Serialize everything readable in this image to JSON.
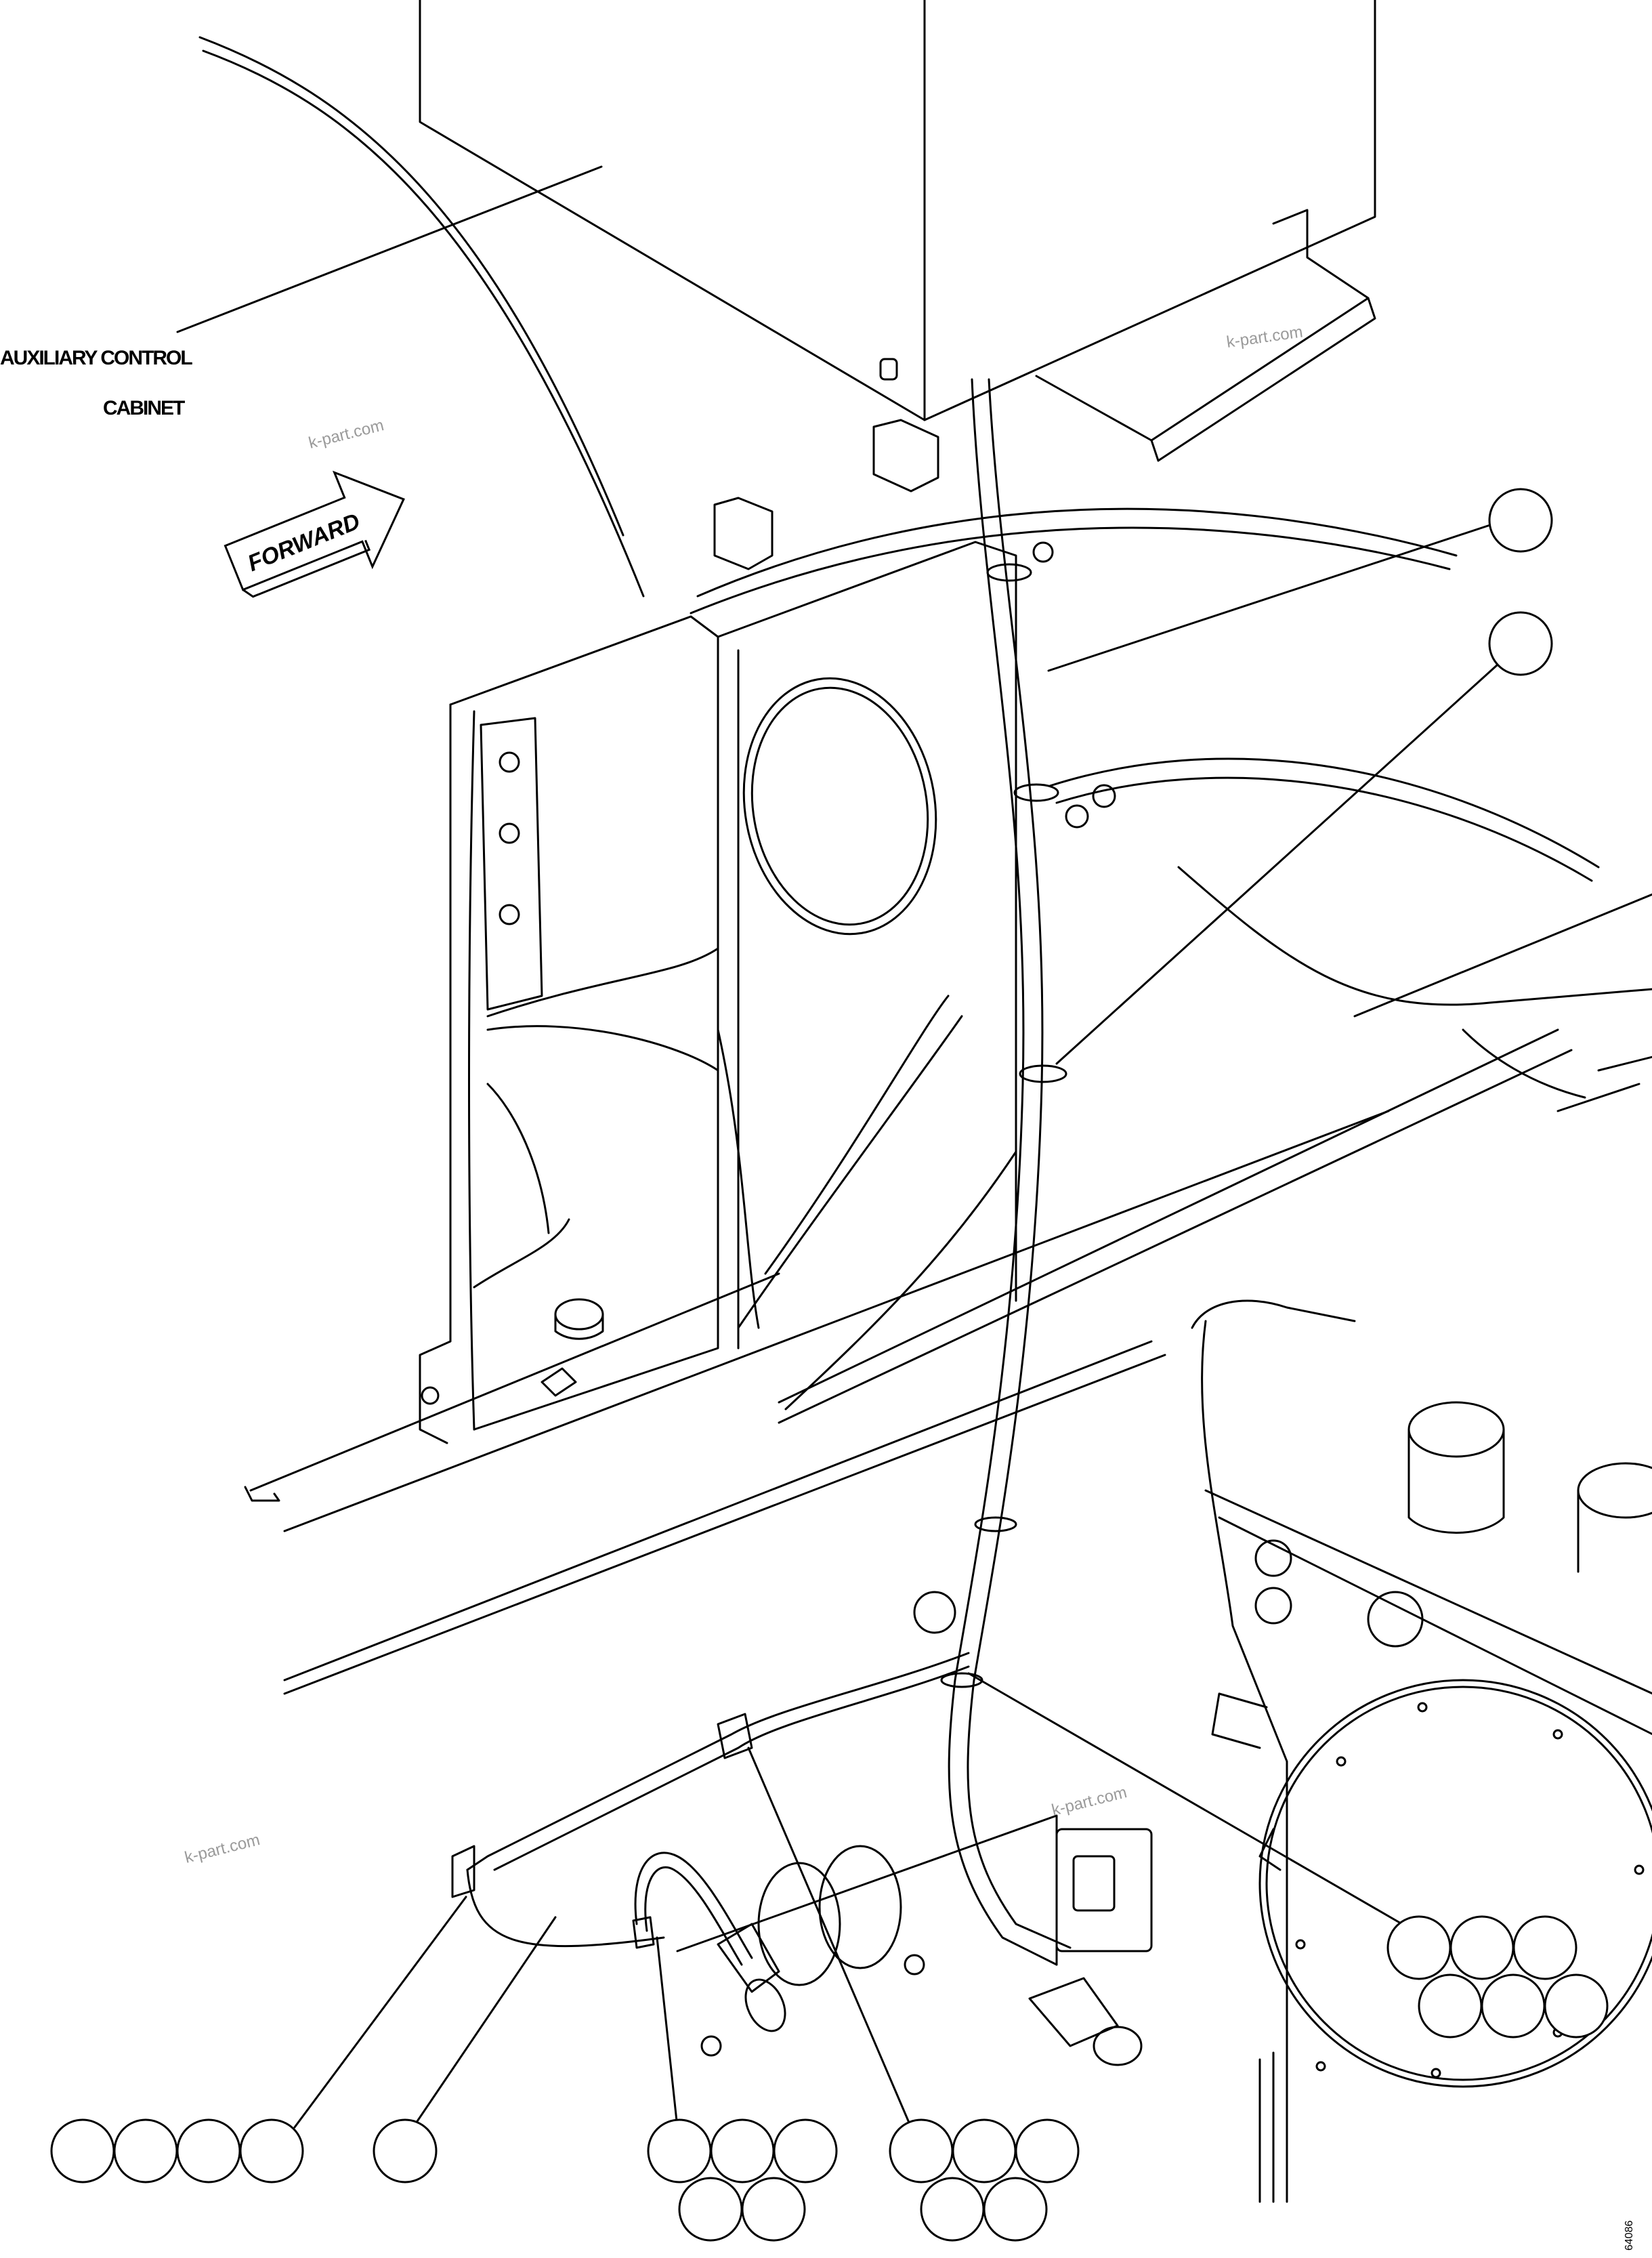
{
  "labels": {
    "cabinet_line1": "AUXILIARY CONTROL",
    "cabinet_line2": "CABINET",
    "forward": "FORWARD",
    "figure_number": "64086"
  },
  "watermarks": [
    "k-part.com",
    "k-part.com",
    "k-part.com",
    "k-part.com"
  ],
  "callout_groups": [
    {
      "name": "callout-right-upper",
      "bubbles": 1
    },
    {
      "name": "callout-right-middle",
      "bubbles": 1
    },
    {
      "name": "callout-right-lower",
      "bubbles": 6
    },
    {
      "name": "callout-bottom-left",
      "bubbles": 4
    },
    {
      "name": "callout-bottom-single",
      "bubbles": 1
    },
    {
      "name": "callout-bottom-center",
      "bubbles": 5
    },
    {
      "name": "callout-bottom-right",
      "bubbles": 5
    }
  ],
  "icons": [
    "forward-arrow-icon"
  ]
}
